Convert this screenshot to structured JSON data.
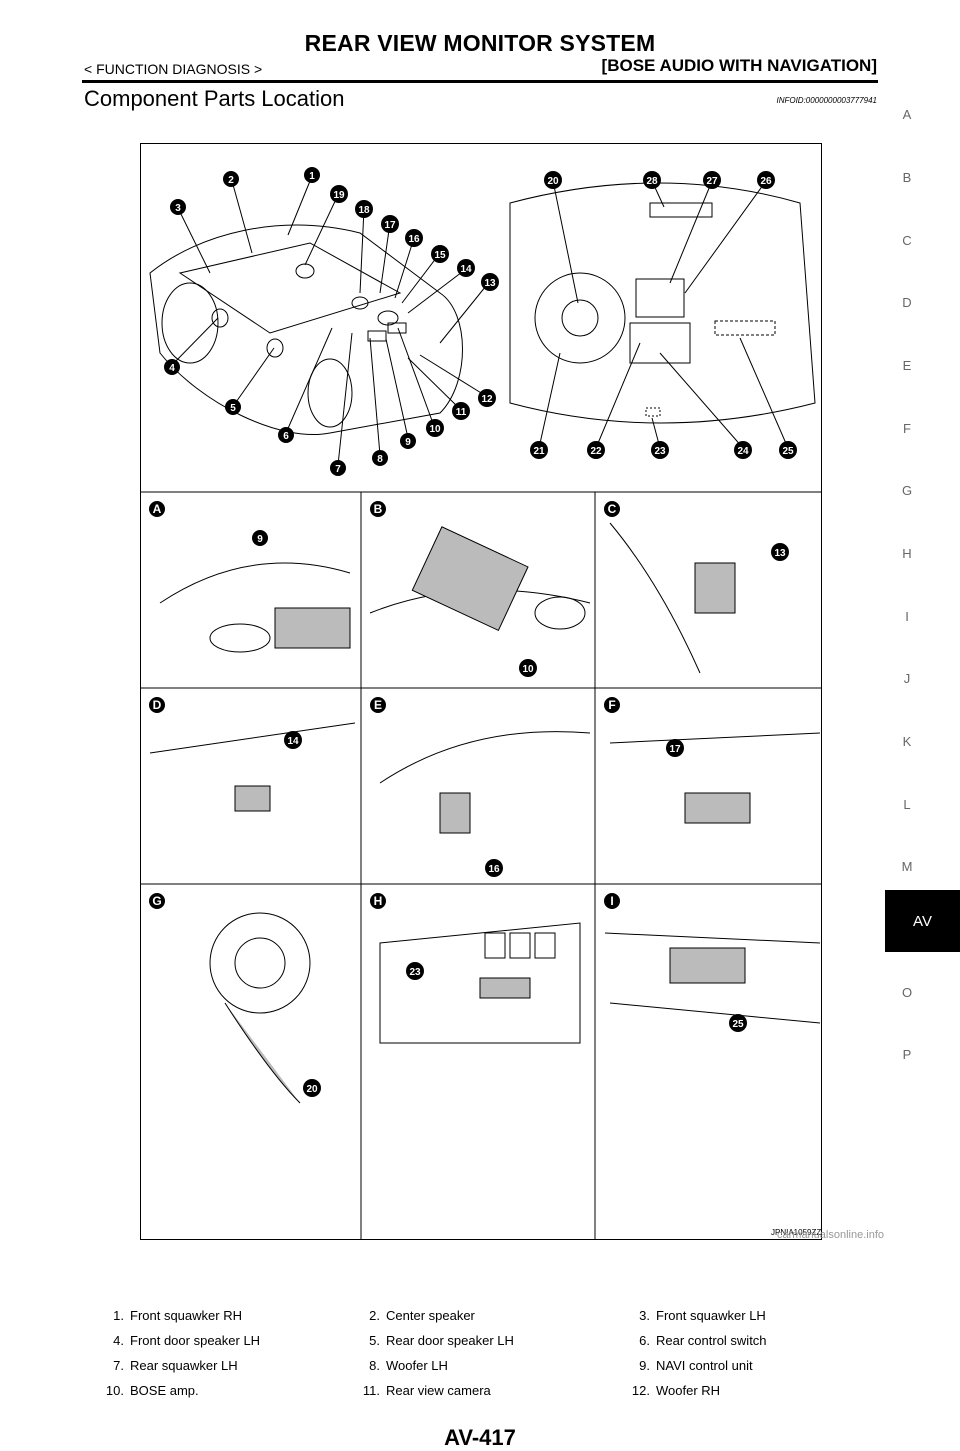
{
  "header": {
    "title": "REAR VIEW MONITOR SYSTEM",
    "left": "< FUNCTION DIAGNOSIS >",
    "right": "[BOSE AUDIO WITH NAVIGATION]"
  },
  "section": {
    "title": "Component Parts Location",
    "info_id": "INFOID:0000000003777941"
  },
  "side_letters": [
    "A",
    "B",
    "C",
    "D",
    "E",
    "F",
    "G",
    "H",
    "I",
    "J",
    "K",
    "L",
    "M",
    "AV",
    "O",
    "P"
  ],
  "figure": {
    "id": "JPNIA1059ZZ",
    "panel_letters": [
      "A",
      "B",
      "C",
      "D",
      "E",
      "F",
      "G",
      "H",
      "I"
    ],
    "callouts_car": [
      "1",
      "2",
      "3",
      "4",
      "5",
      "6",
      "7",
      "8",
      "9",
      "10",
      "11",
      "12",
      "13",
      "14",
      "15",
      "16",
      "17",
      "18",
      "19"
    ],
    "callouts_dash": [
      "20",
      "28",
      "27",
      "26",
      "21",
      "22",
      "23",
      "24",
      "25"
    ],
    "panel_callouts": [
      "9",
      "10",
      "13",
      "14",
      "16",
      "17",
      "20",
      "23",
      "25"
    ]
  },
  "legend": [
    [
      "1.",
      "Front squawker RH",
      "2.",
      "Center speaker",
      "3.",
      "Front squawker LH"
    ],
    [
      "4.",
      "Front door speaker LH",
      "5.",
      "Rear door speaker LH",
      "6.",
      "Rear control switch"
    ],
    [
      "7.",
      "Rear squawker LH",
      "8.",
      "Woofer LH",
      "9.",
      "NAVI control unit"
    ],
    [
      "10.",
      "BOSE amp.",
      "11.",
      "Rear view camera",
      "12.",
      "Woofer RH"
    ]
  ],
  "page_number": "AV-417",
  "watermark": "carmanualsonline.info"
}
